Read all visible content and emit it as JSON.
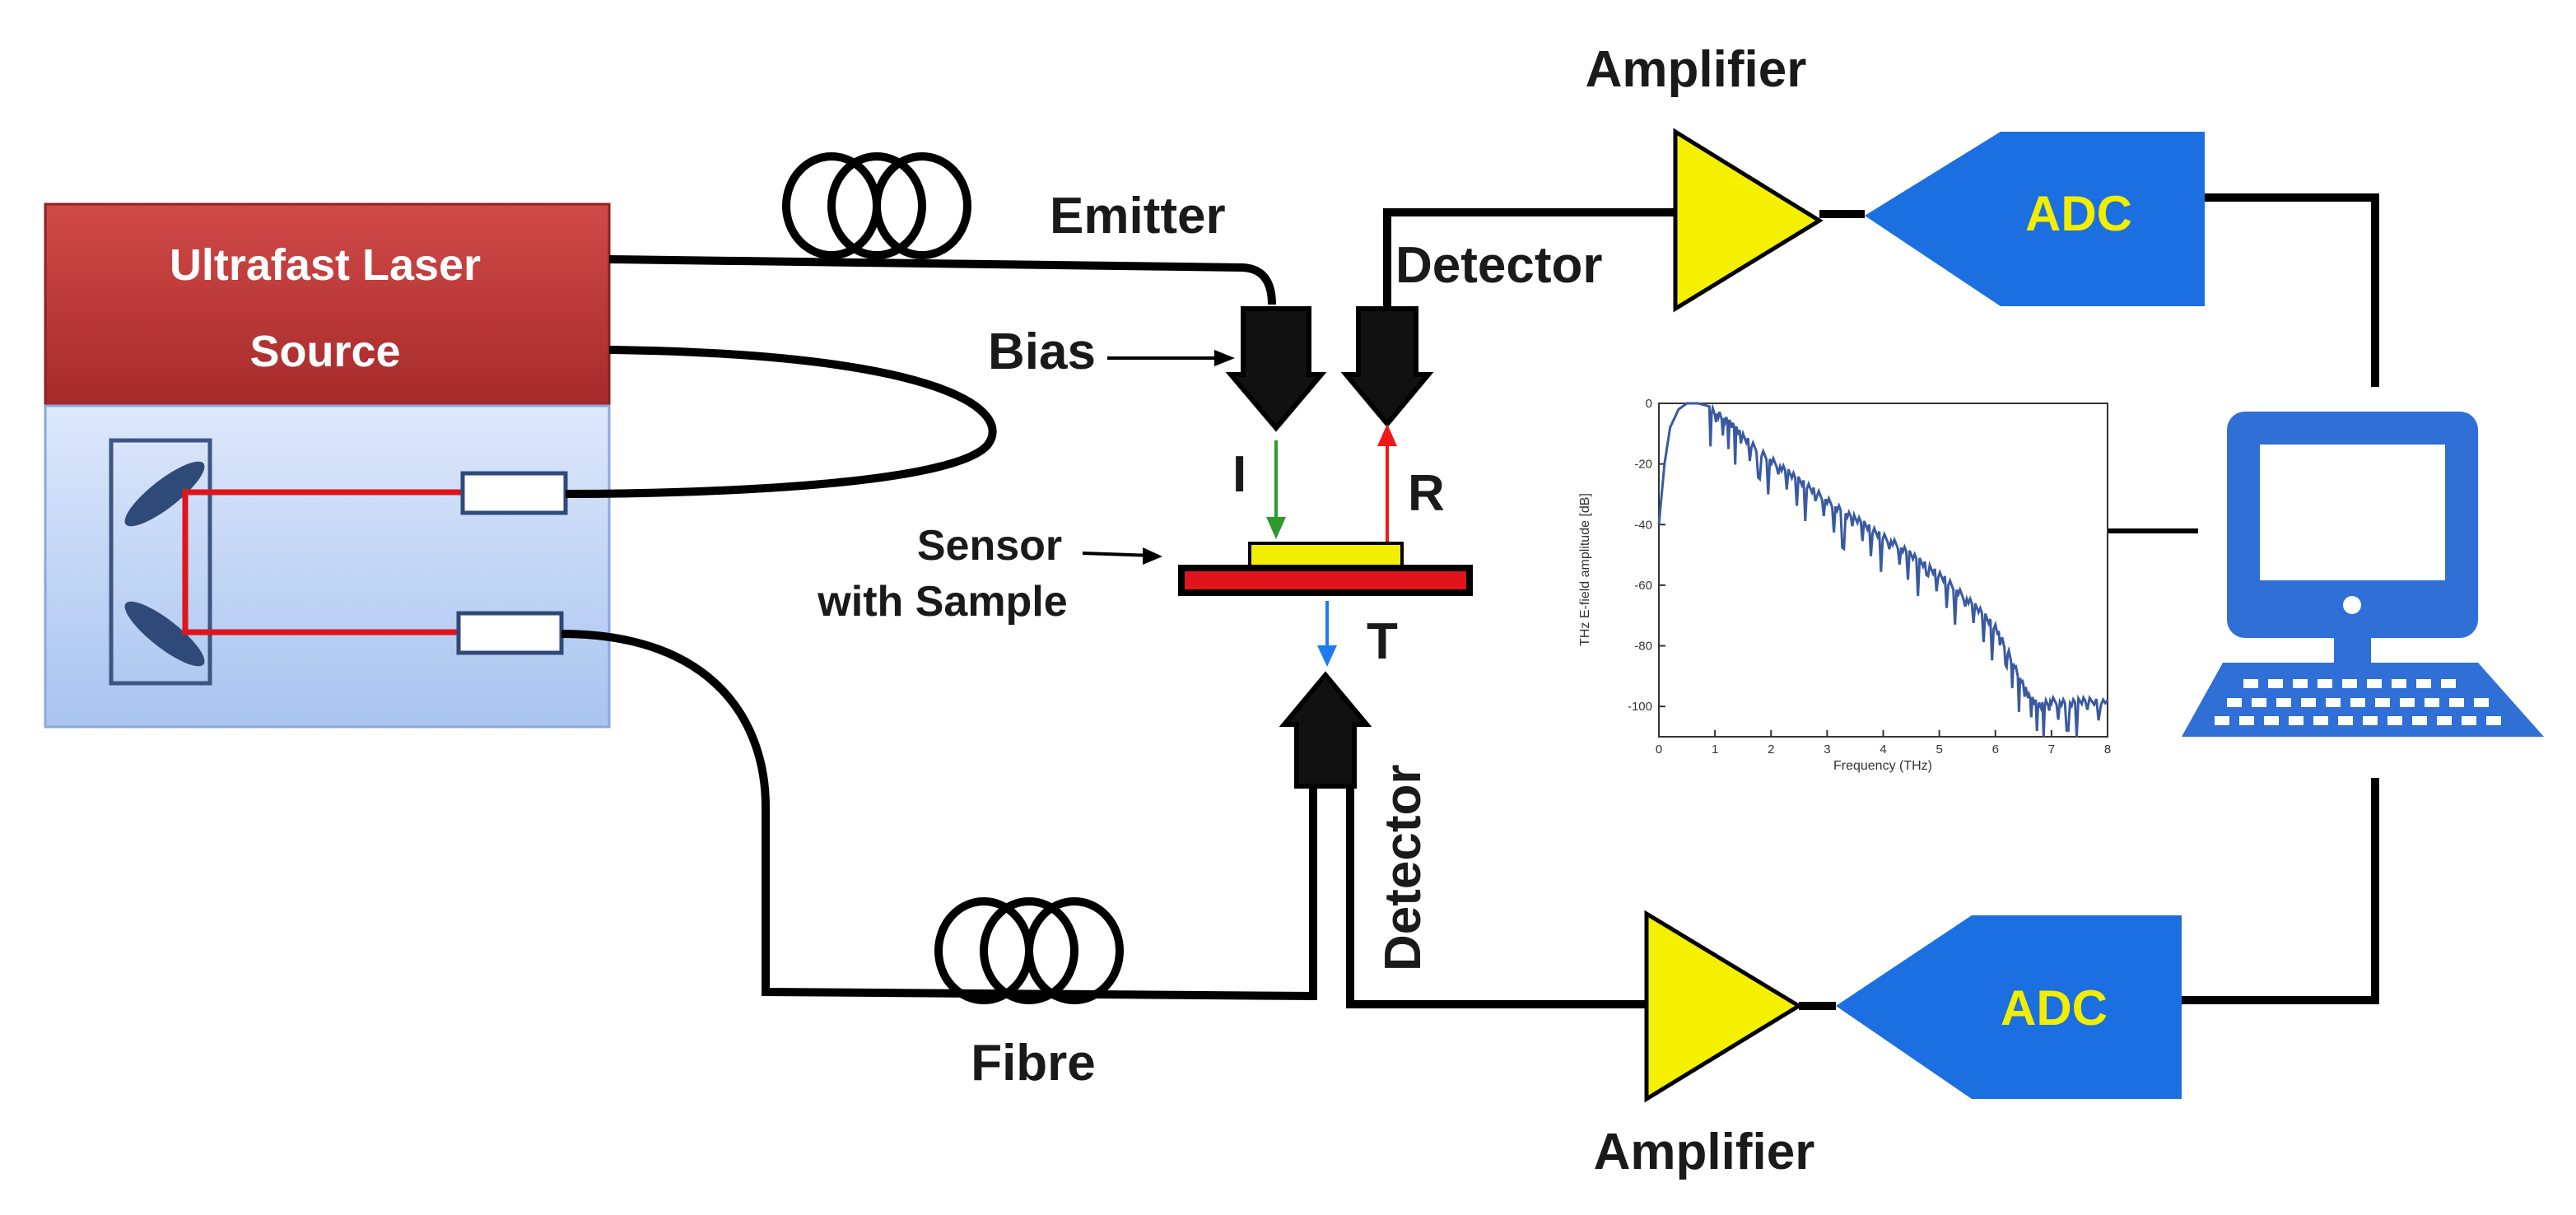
{
  "labels": {
    "laser_line1": "Ultrafast Laser",
    "laser_line2": "Source",
    "emitter": "Emitter",
    "bias": "Bias",
    "detector_reflection": "Detector",
    "detector_transmission": "Detector",
    "incident": "I",
    "reflected": "R",
    "transmitted": "T",
    "sensor_line1": "Sensor",
    "sensor_line2": "with Sample",
    "fibre": "Fibre",
    "amplifier_top": "Amplifier",
    "amplifier_bottom": "Amplifier",
    "adc_top": "ADC",
    "adc_bottom": "ADC"
  },
  "colors": {
    "laser_red": "#b83a3a",
    "laser_panel_blue": "#c5d8f6",
    "adc_blue": "#1b6fe0",
    "adc_text": "#f2ee00",
    "amplifier_yellow": "#f4f000",
    "sensor_yellow": "#f2ee00",
    "sensor_red": "#e0141a",
    "incident_green": "#2e9a2e",
    "reflected_red": "#f01818",
    "transmitted_blue": "#1e7cf0",
    "computer_blue": "#2f6fd6",
    "spectrum_line": "#3a5aa0"
  },
  "chart_data": {
    "type": "line",
    "title": "",
    "xlabel": "Frequency (THz)",
    "ylabel": "THz E-field amplitude [dB]",
    "xlim": [
      0,
      8
    ],
    "ylim": [
      -110,
      0
    ],
    "x_ticks": [
      "0",
      "1",
      "2",
      "3",
      "4",
      "5",
      "6",
      "7",
      "8"
    ],
    "y_ticks": [
      "0",
      "-20",
      "-40",
      "-60",
      "-80",
      "-100"
    ],
    "grid": false,
    "series": [
      {
        "x": [
          0,
          0.1,
          0.2,
          0.35,
          0.5,
          0.7,
          0.9,
          1.1,
          1.3,
          1.5,
          1.8,
          2.1,
          2.4,
          2.7,
          3.0,
          3.3,
          3.6,
          3.9,
          4.2,
          4.5,
          4.8,
          5.1,
          5.4,
          5.7,
          6.0,
          6.2,
          6.4,
          6.6,
          6.8,
          7.0,
          7.3,
          7.6,
          8.0
        ],
        "y": [
          -40,
          -20,
          -8,
          -2,
          0,
          0,
          -1,
          -3,
          -6,
          -10,
          -15,
          -19,
          -23,
          -27,
          -31,
          -35,
          -38,
          -42,
          -45,
          -49,
          -53,
          -57,
          -62,
          -67,
          -73,
          -80,
          -88,
          -96,
          -99,
          -97,
          -98,
          -97,
          -98
        ]
      }
    ]
  }
}
